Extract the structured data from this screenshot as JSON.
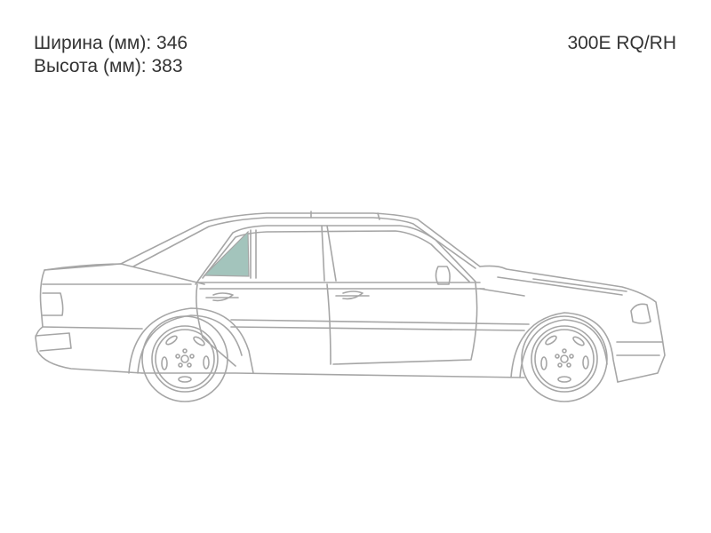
{
  "info": {
    "width_label": "Ширина (мм): 346",
    "height_label": "Высота (мм): 383"
  },
  "model": "300E RQ/RH",
  "colors": {
    "outline": "#a6a6a6",
    "highlight_glass": "#a3c4bc",
    "text": "#333333"
  },
  "diagram": {
    "subject": "sedan side view (right side)",
    "highlighted_part": "rear quarter vent glass, right"
  }
}
